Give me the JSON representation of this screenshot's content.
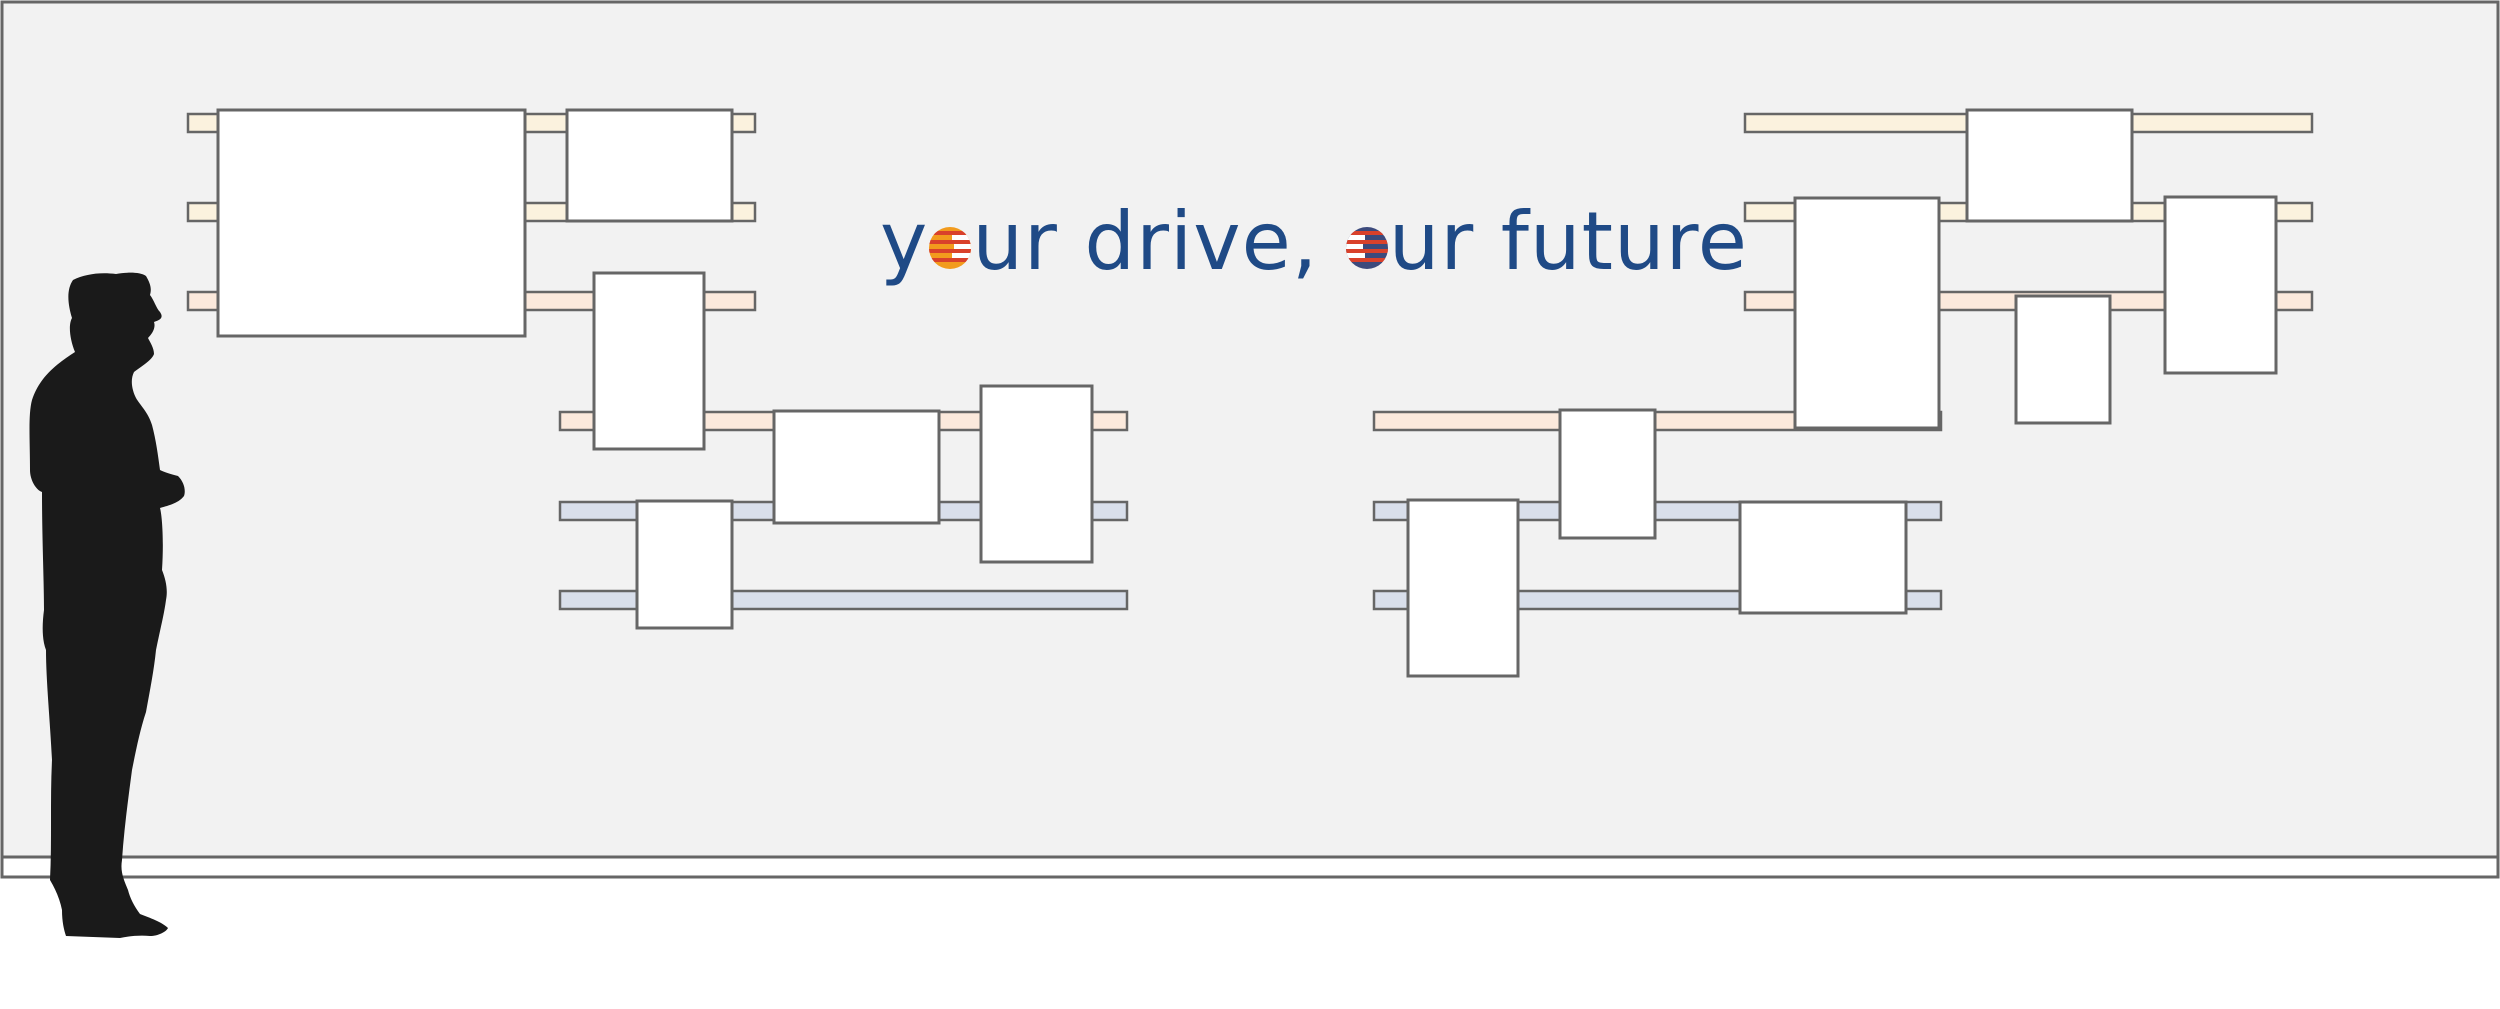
{
  "slogan": {
    "before_first_o": "y",
    "after_first_o": "ur drive,",
    "before_second_o": " ",
    "after_second_o": "ur future",
    "text_color": "#1f4a86",
    "first_o_icon": "orange-striped-circle-icon",
    "second_o_icon": "navy-red-striped-circle-icon"
  },
  "colors": {
    "wall": "#f2f2f2",
    "outline": "#666666",
    "frame_fill": "#ffffff",
    "rail_cream": "#fbf2de",
    "rail_peach": "#fbe9dc",
    "rail_blue": "#d9dfeb",
    "silhouette": "#1a1a1a",
    "orange": "#f29b1d",
    "red": "#d9412b",
    "navy": "#3c4a7c"
  },
  "icons": [
    "person-silhouette-icon"
  ]
}
